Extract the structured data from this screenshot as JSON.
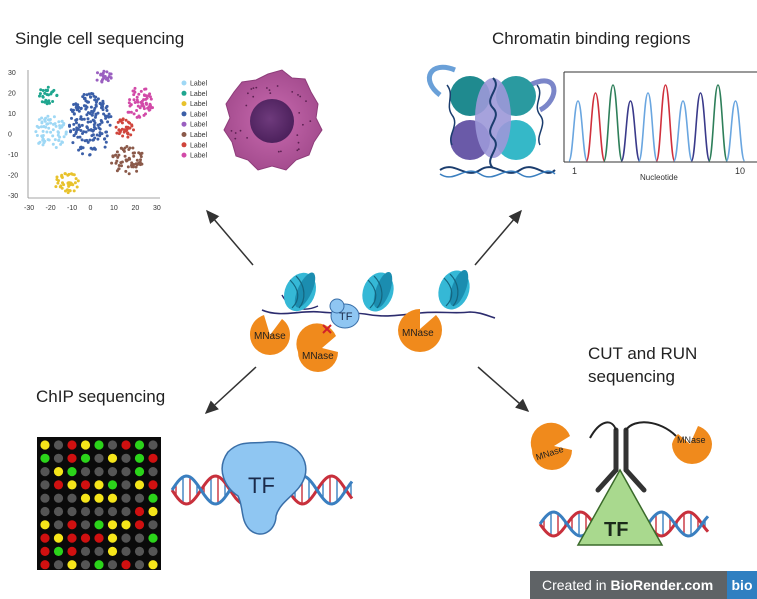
{
  "titles": {
    "single_cell": "Single cell sequencing",
    "chromatin": "Chromatin binding regions",
    "chip": "ChIP sequencing",
    "cut_run_line1": "CUT and RUN",
    "cut_run_line2": "sequencing"
  },
  "center": {
    "mnase_label": "MNase",
    "tf_label": "TF"
  },
  "tsne": {
    "y_ticks": [
      "30",
      "20",
      "10",
      "0",
      "-10",
      "-20",
      "-30"
    ],
    "x_ticks": [
      "-30",
      "-20",
      "-10",
      "0",
      "10",
      "20",
      "30"
    ],
    "legend": [
      {
        "label": "Label",
        "color": "#9fd8f5"
      },
      {
        "label": "Label",
        "color": "#1fa68f"
      },
      {
        "label": "Label",
        "color": "#e8c22c"
      },
      {
        "label": "Label",
        "color": "#3b5fa8"
      },
      {
        "label": "Label",
        "color": "#9a5fc0"
      },
      {
        "label": "Label",
        "color": "#8b5a4a"
      },
      {
        "label": "Label",
        "color": "#d0453c"
      },
      {
        "label": "Label",
        "color": "#d24aa8"
      }
    ]
  },
  "peaks": {
    "x_tick_start": "1",
    "x_tick_end": "10",
    "xlabel": "Nucleotide"
  },
  "chip": {
    "tf_label": "TF"
  },
  "cutrun": {
    "mnase_label": "MNase",
    "tf_label": "TF"
  },
  "badge": {
    "prefix": "Created in ",
    "brand": "BioRender.com",
    "logo": "bio"
  },
  "colors": {
    "nucleosome": "#35b8d6",
    "mnase": "#f08a1c",
    "tf_blue": "#8fc6f2",
    "dna_red": "#c8303c",
    "dna_blue": "#3a7fc0",
    "cell": "#b35a9c",
    "tf_green": "#a9d98e"
  }
}
